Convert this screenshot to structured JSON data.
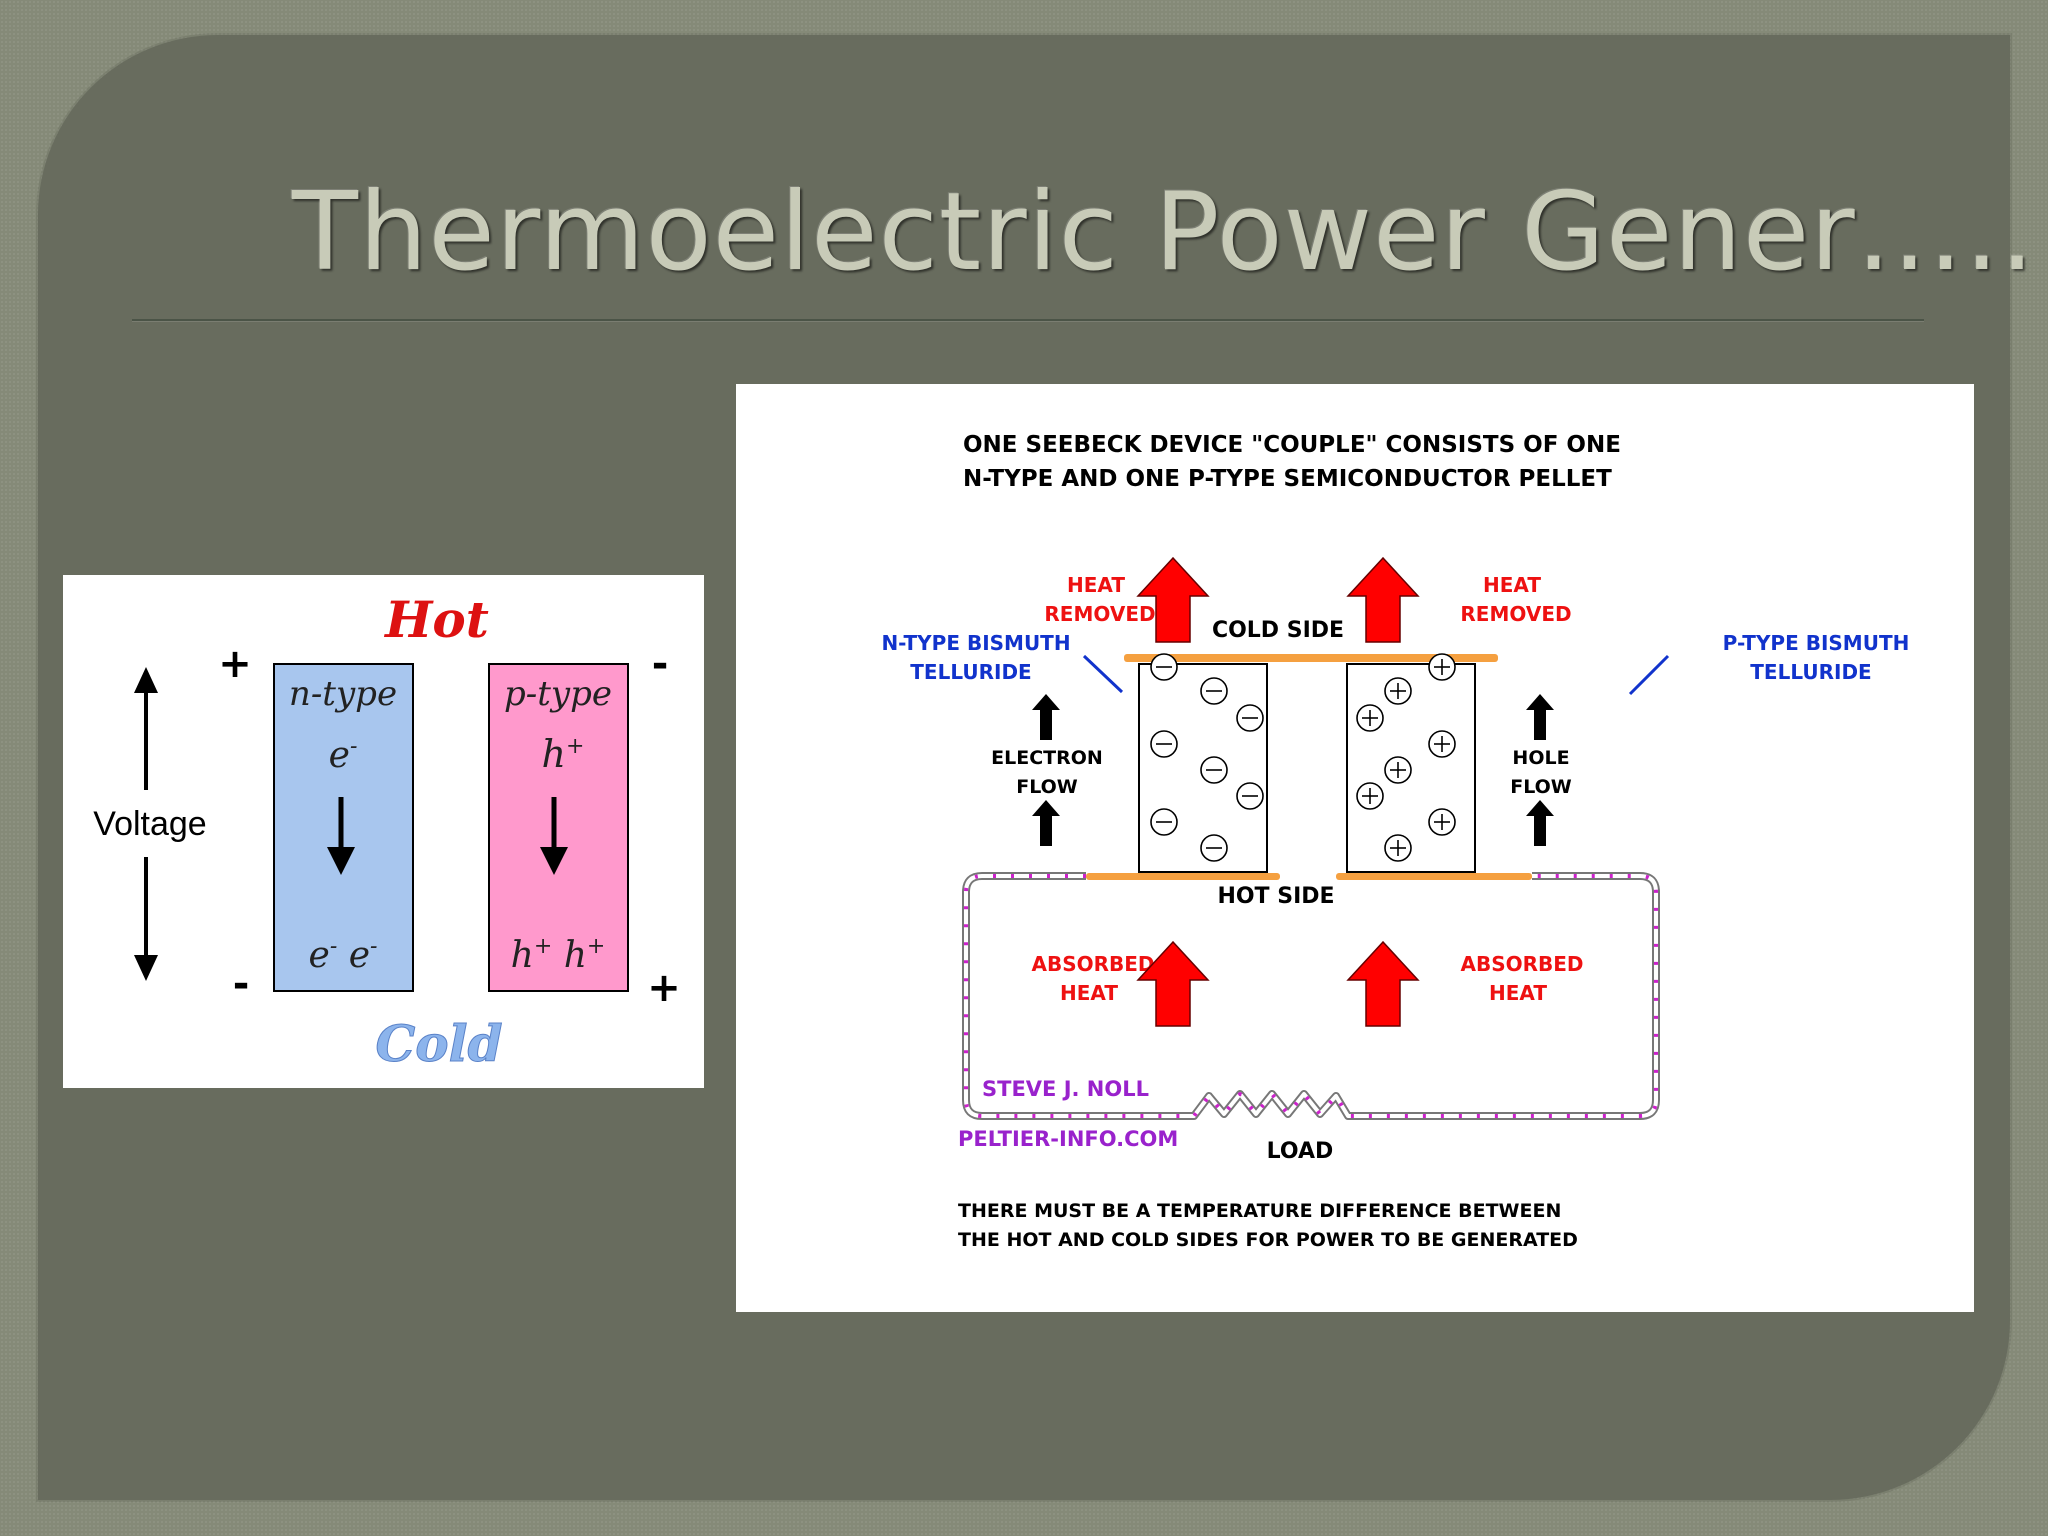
{
  "slide": {
    "title": "Thermoelectric Power Gener…..",
    "background_color": "#686c5e",
    "title_color": "#c8cbb8"
  },
  "left_diagram": {
    "hot_label": "Hot",
    "cold_label": "Cold",
    "voltage_label": "Voltage",
    "top_left_sign": "+",
    "bottom_left_sign": "-",
    "top_right_sign": "-",
    "bottom_right_sign": "+",
    "n_type": {
      "label": "n-type",
      "carrier_top": "e",
      "carrier_top_sup": "-",
      "carrier_bottom_1": "e",
      "carrier_bottom_1_sup": "-",
      "carrier_bottom_2": "e",
      "carrier_bottom_2_sup": "-",
      "color": "#a8c6ee"
    },
    "p_type": {
      "label": "p-type",
      "carrier_top": "h",
      "carrier_top_sup": "+",
      "carrier_bottom_1": "h",
      "carrier_bottom_1_sup": "+",
      "carrier_bottom_2": "h",
      "carrier_bottom_2_sup": "+",
      "color": "#ff99cc"
    },
    "hot_color": "#dd1111",
    "cold_color": "#7aa6e6"
  },
  "right_diagram": {
    "header_line1": "ONE SEEBECK DEVICE \"COUPLE\" CONSISTS OF ONE",
    "header_line2": "N-TYPE AND ONE P-TYPE SEMICONDUCTOR PELLET",
    "heat_removed_left_1": "HEAT",
    "heat_removed_left_2": "REMOVED",
    "heat_removed_right_1": "HEAT",
    "heat_removed_right_2": "REMOVED",
    "cold_side": "COLD SIDE",
    "hot_side": "HOT SIDE",
    "n_type_1": "N-TYPE BISMUTH",
    "n_type_2": "TELLURIDE",
    "p_type_1": "P-TYPE BISMUTH",
    "p_type_2": "TELLURIDE",
    "electron_1": "ELECTRON",
    "electron_2": "FLOW",
    "hole_1": "HOLE",
    "hole_2": "FLOW",
    "absorbed_left_1": "ABSORBED",
    "absorbed_left_2": "HEAT",
    "absorbed_right_1": "ABSORBED",
    "absorbed_right_2": "HEAT",
    "author": "STEVE J. NOLL",
    "website": "PELTIER-INFO.COM",
    "load": "LOAD",
    "footer_line1": "THERE MUST BE A TEMPERATURE DIFFERENCE BETWEEN",
    "footer_line2": "THE HOT AND COLD SIDES FOR POWER TO BE GENERATED",
    "colors": {
      "heat_text": "#ee1111",
      "material_text": "#1133cc",
      "credit_text": "#9922cc",
      "plate": "#f5a040",
      "arrow_red": "#ff0000"
    }
  }
}
